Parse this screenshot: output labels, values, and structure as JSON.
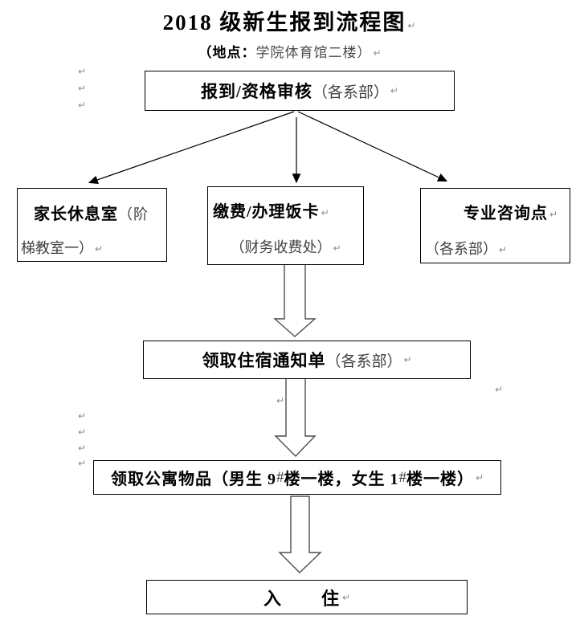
{
  "title": {
    "text": "2018 级新生报到流程图"
  },
  "subtitle": {
    "bold": "（地点：",
    "normal": "学院体育馆二楼）"
  },
  "marks": {
    "return": "↵"
  },
  "nodes": {
    "checkin": {
      "main": "报到/资格审核",
      "note": "（各系部）"
    },
    "parent_lounge": {
      "main": "家长休息室",
      "note_wrap_start": "（阶",
      "note_wrap_end": "梯教室一）"
    },
    "payment": {
      "main": "缴费/办理饭卡",
      "note": "（财务收费处）"
    },
    "consult": {
      "main": "专业咨询点",
      "note": "（各系部）"
    },
    "dorm_notice": {
      "main": "领取住宿通知单",
      "note": "（各系部）"
    },
    "apartment_items": {
      "pre": "领取公寓物品（男生 9",
      "hash1": "#",
      "mid": "楼一楼，女生 1",
      "hash2": "#",
      "post": "楼一楼）"
    },
    "move_in": {
      "main": "入　　住"
    }
  },
  "colors": {
    "box_border": "#000000",
    "note_text": "#404040",
    "format_mark": "#8c8c8c",
    "block_arrow_outline": "#4d4d4d"
  }
}
